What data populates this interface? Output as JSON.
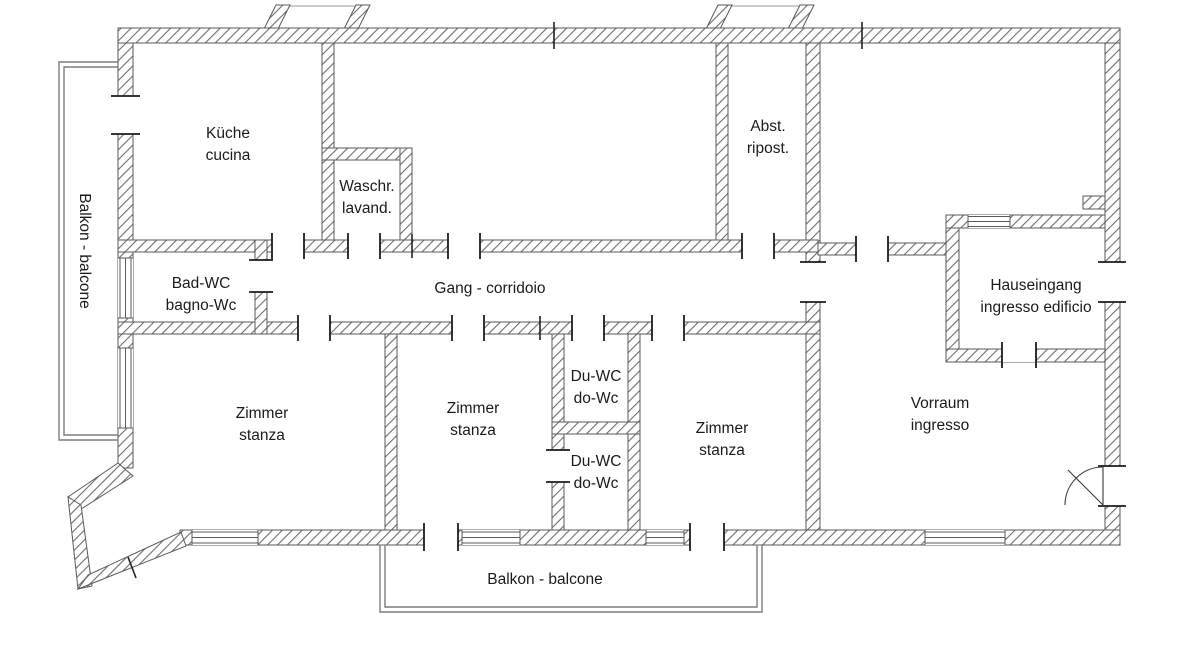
{
  "rooms": {
    "kueche": {
      "line1": "Küche",
      "line2": "cucina"
    },
    "waschraum": {
      "line1": "Waschr.",
      "line2": "lavand."
    },
    "abstellraum": {
      "line1": "Abst.",
      "line2": "ripost."
    },
    "bad_wc": {
      "line1": "Bad-WC",
      "line2": "bagno-Wc"
    },
    "gang": {
      "line1": "Gang - corridoio"
    },
    "hauseingang": {
      "line1": "Hauseingang",
      "line2": "ingresso edificio"
    },
    "zimmer_links": {
      "line1": "Zimmer",
      "line2": "stanza"
    },
    "zimmer_mitte": {
      "line1": "Zimmer",
      "line2": "stanza"
    },
    "zimmer_rechts": {
      "line1": "Zimmer",
      "line2": "stanza"
    },
    "du_wc_oben": {
      "line1": "Du-WC",
      "line2": "do-Wc"
    },
    "du_wc_unten": {
      "line1": "Du-WC",
      "line2": "do-Wc"
    },
    "vorraum": {
      "line1": "Vorraum",
      "line2": "ingresso"
    },
    "balkon_links": {
      "line1": "Balkon - balcone"
    },
    "balkon_unten": {
      "line1": "Balkon - balcone"
    }
  },
  "colors": {
    "ink": "#1b1b1b",
    "wall_hatch": "#6f6f6f",
    "wall_outline": "#5a5a5a",
    "railing": "#7d7d7d"
  }
}
